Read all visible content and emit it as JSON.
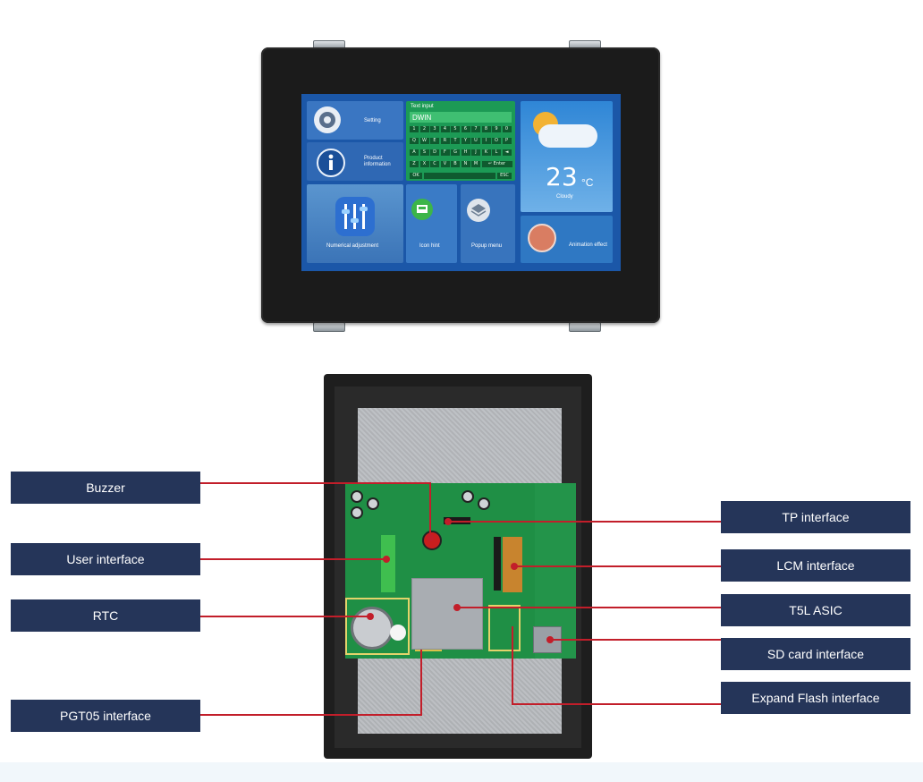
{
  "screen": {
    "setting_label": "Setting",
    "product_label": "Product information",
    "text_input_title": "Text input",
    "text_input_value": "DWIN",
    "keyboard_rows": [
      [
        "1",
        "2",
        "3",
        "4",
        "5",
        "6",
        "7",
        "8",
        "9",
        "0"
      ],
      [
        "Q",
        "W",
        "E",
        "R",
        "T",
        "Y",
        "U",
        "I",
        "O",
        "P"
      ],
      [
        "A",
        "S",
        "D",
        "F",
        "G",
        "H",
        "J",
        "K",
        "L",
        "◄"
      ],
      [
        "Z",
        "X",
        "C",
        "V",
        "B",
        "N",
        "M",
        "↵ Enter"
      ]
    ],
    "keyboard_ok": "OK",
    "keyboard_esc": "ESC",
    "temperature": "23",
    "temperature_unit": "°C",
    "weather": "Cloudy",
    "numerical_label": "Numerical adjustment",
    "icon_hint_label": "Icon hint",
    "popup_menu_label": "Popup menu",
    "animation_label": "Animation effect"
  },
  "labels": {
    "buzzer": "Buzzer",
    "user_interface": "User interface",
    "rtc": "RTC",
    "pgt05": "PGT05 interface",
    "tp": "TP interface",
    "lcm": "LCM interface",
    "t5l": "T5L ASIC",
    "sd": "SD card interface",
    "flash": "Expand Flash interface"
  },
  "colors": {
    "label_bg": "#253559",
    "leader_line": "#c21e2a",
    "screen_bg": "#1b57a8"
  }
}
